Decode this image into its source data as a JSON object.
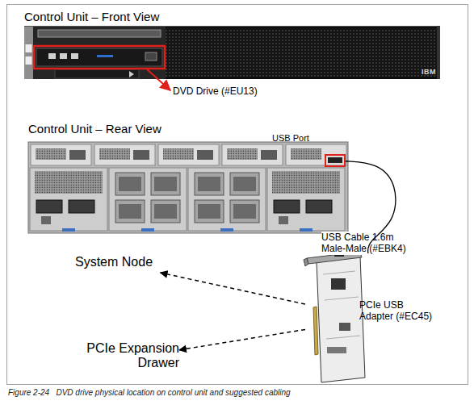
{
  "diagram": {
    "caption": "Figure 2-24   DVD drive physical location on control unit and suggested cabling",
    "nodes": [
      {
        "text": [
          "Control Unit – Front View"
        ]
      },
      {
        "text": [
          "Control Unit – Rear View"
        ]
      },
      {
        "text": [
          "USB Port"
        ],
        "in": 1
      },
      {
        "text": [
          "System Node"
        ]
      },
      {
        "text": [
          "PCIe USB Adapter (#EC45)"
        ]
      },
      {
        "text": [
          "PCIe Expansion Drawer"
        ]
      }
    ],
    "edges": [
      {
        "from": 2,
        "to": 4,
        "label": "USB Cable 1.6m Male-Male (#EBK4)",
        "arrow": "none"
      },
      {
        "from": 4,
        "to": 3,
        "arrow": "to"
      },
      {
        "from": 4,
        "to": 5,
        "arrow": "to"
      }
    ],
    "labels": [
      "DVD Drive (#EU13)",
      "IBM"
    ]
  }
}
